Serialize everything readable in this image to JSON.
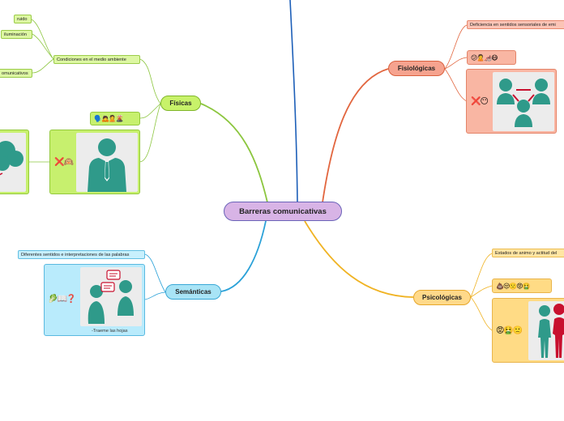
{
  "central": {
    "title": "Barreras comunicativas"
  },
  "branches": {
    "fisicas": {
      "label": "Físicas",
      "condiciones": "Condiciones en el medio ambiente",
      "ruido": "ruido",
      "iluminacion": "iluminación",
      "otros": "omunicativos",
      "emojis": "🗣️🙇🙎🌋",
      "panel_emojis": "❌🙉"
    },
    "fisiologicas": {
      "label": "Fisiológicas",
      "deficiencia": "Deficiencia en sentidos sensoriales de emi",
      "emojis": "😕🙎🦽😷",
      "panel_emojis": "❌😶"
    },
    "semanticas": {
      "label": "Semánticas",
      "diferentes": "Diferentes sentidos e interpretaciones de las palabras",
      "panel_emojis": "🥬📖❓",
      "caption": "-Traeme las hojas"
    },
    "psicologicas": {
      "label": "Psicológicas",
      "estados": "Estados de animo y actitud del",
      "emojis": "💩😒🙁😡🤮",
      "panel_emojis": "😡🤮🙁"
    }
  },
  "colors": {
    "fisicas": "#8cc63f",
    "fisiologicas": "#e2663f",
    "semanticas": "#2aa1d8",
    "psicologicas": "#f0b323",
    "top": "#1d5fb8",
    "figure_teal": "#2f9a8a",
    "figure_red": "#c8102e",
    "cross_red": "#e03020"
  }
}
